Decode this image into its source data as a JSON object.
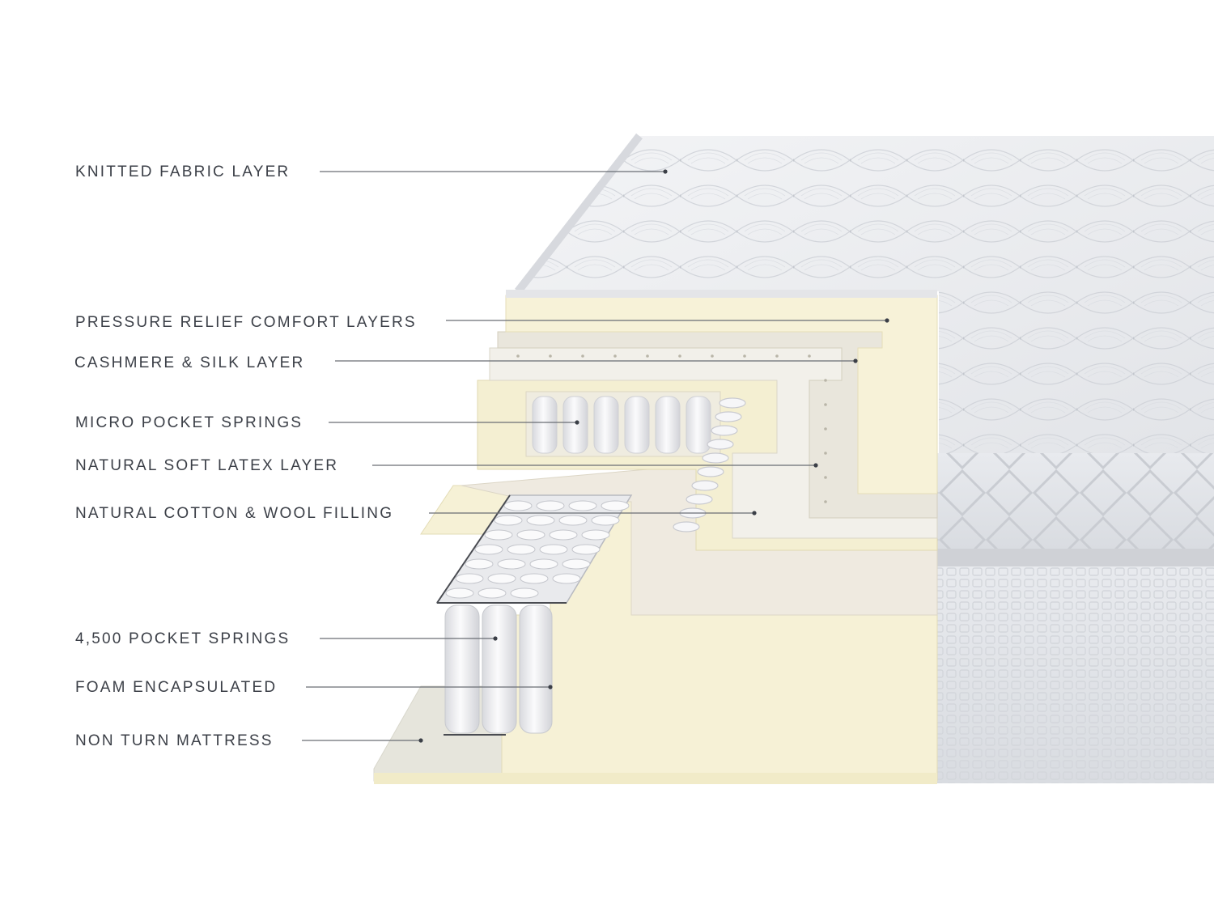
{
  "diagram": {
    "subject": "mattress cross-section",
    "colors": {
      "label_text": "#3b3f47",
      "leader_line": "#6a6e74",
      "foam": "#f6f1d6",
      "foam_shadow": "#e6dfb8",
      "fabric": "#eceef1",
      "spring": "#f4f4f6",
      "background": "#ffffff"
    },
    "labels": [
      {
        "id": "knitted-fabric-layer",
        "text": "KNITTED FABRIC LAYER"
      },
      {
        "id": "pressure-relief-comfort-layers",
        "text": "PRESSURE RELIEF COMFORT LAYERS"
      },
      {
        "id": "cashmere-silk-layer",
        "text": "CASHMERE & SILK LAYER"
      },
      {
        "id": "micro-pocket-springs",
        "text": "MICRO POCKET SPRINGS"
      },
      {
        "id": "natural-soft-latex-layer",
        "text": "NATURAL SOFT LATEX LAYER"
      },
      {
        "id": "natural-cotton-wool-filling",
        "text": "NATURAL COTTON & WOOL FILLING"
      },
      {
        "id": "pocket-springs-4500",
        "text": "4,500 POCKET SPRINGS"
      },
      {
        "id": "foam-encapsulated",
        "text": "FOAM ENCAPSULATED"
      },
      {
        "id": "non-turn-mattress",
        "text": "NON TURN MATTRESS"
      }
    ]
  }
}
